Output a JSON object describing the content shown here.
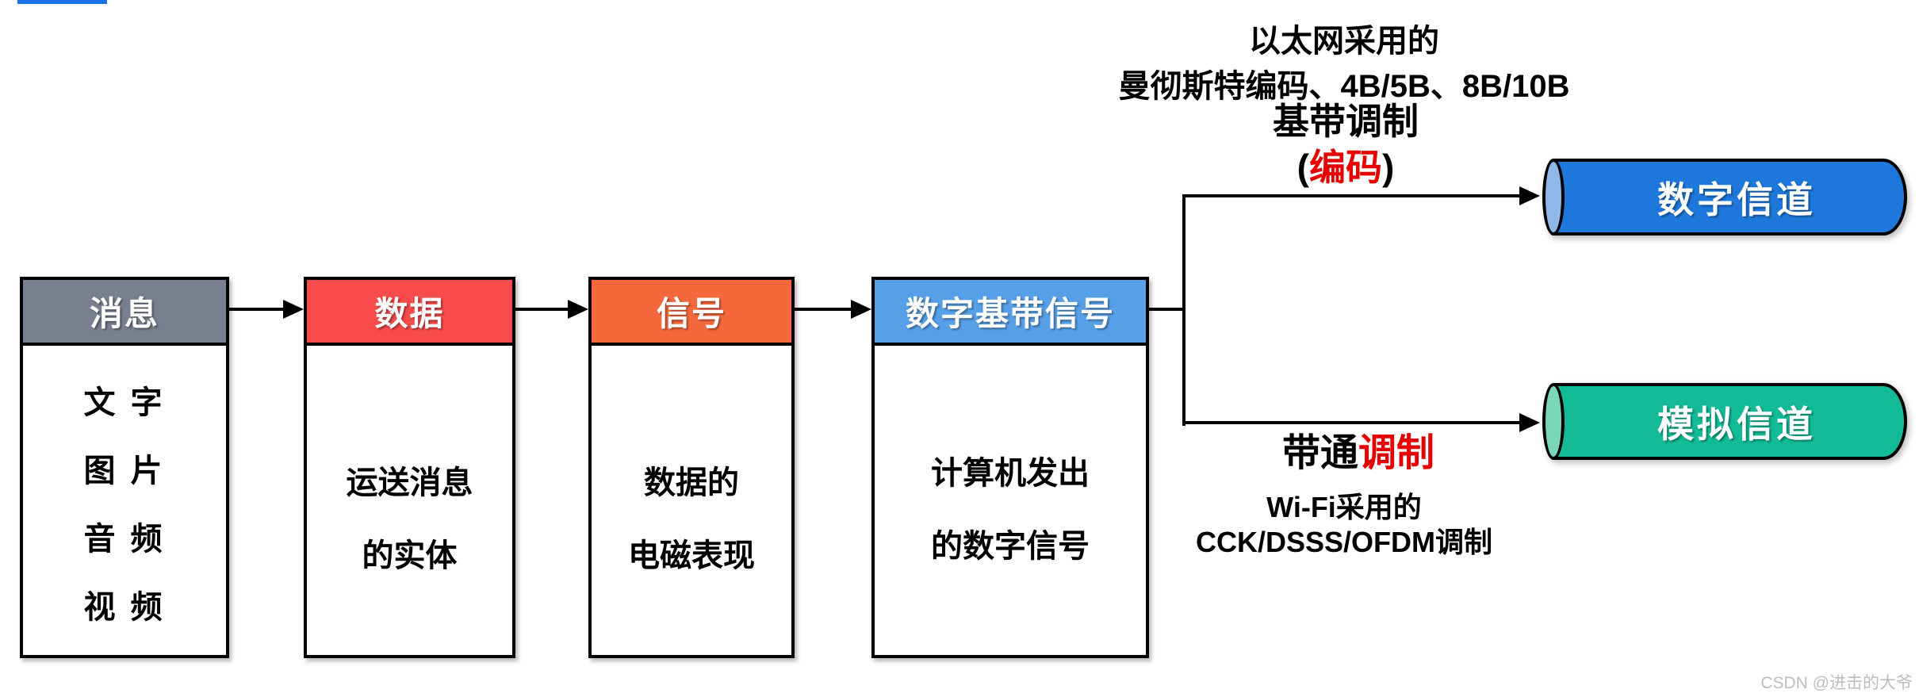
{
  "accent_bar": {
    "color": "#1a73e8"
  },
  "top_annotation": {
    "line1": "以太网采用的",
    "line2": "曼彻斯特编码、4B/5B、8B/10B"
  },
  "baseband_label": {
    "title": "基带调制",
    "paren_open": "(",
    "emphasis": "编码",
    "paren_close": ")",
    "emphasis_color": "#e60000"
  },
  "bandpass_label": {
    "prefix": "带通",
    "emphasis": "调制",
    "emphasis_color": "#e60000"
  },
  "bottom_annotation": {
    "line1": "Wi-Fi采用的",
    "line2": "CCK/DSSS/OFDM调制"
  },
  "flow_boxes": [
    {
      "title": "消息",
      "header_color": "#78808F",
      "lines": [
        "文 字",
        "图 片",
        "音 频",
        "视 频"
      ]
    },
    {
      "title": "数据",
      "header_color": "#F84B4B",
      "lines": [
        "运送消息",
        "的实体"
      ]
    },
    {
      "title": "信号",
      "header_color": "#F4683C",
      "lines": [
        "数据的",
        "电磁表现"
      ]
    },
    {
      "title": "数字基带信号",
      "header_color": "#57A0E8",
      "lines": [
        "计算机发出",
        "的数字信号"
      ]
    }
  ],
  "channels": [
    {
      "label": "数字信道",
      "body_color": "#1E78DC",
      "cap_color": "#8FB8E8"
    },
    {
      "label": "模拟信道",
      "body_color": "#12BB96",
      "cap_color": "#7BD7B9"
    }
  ],
  "watermark": "CSDN @进击的大爷"
}
